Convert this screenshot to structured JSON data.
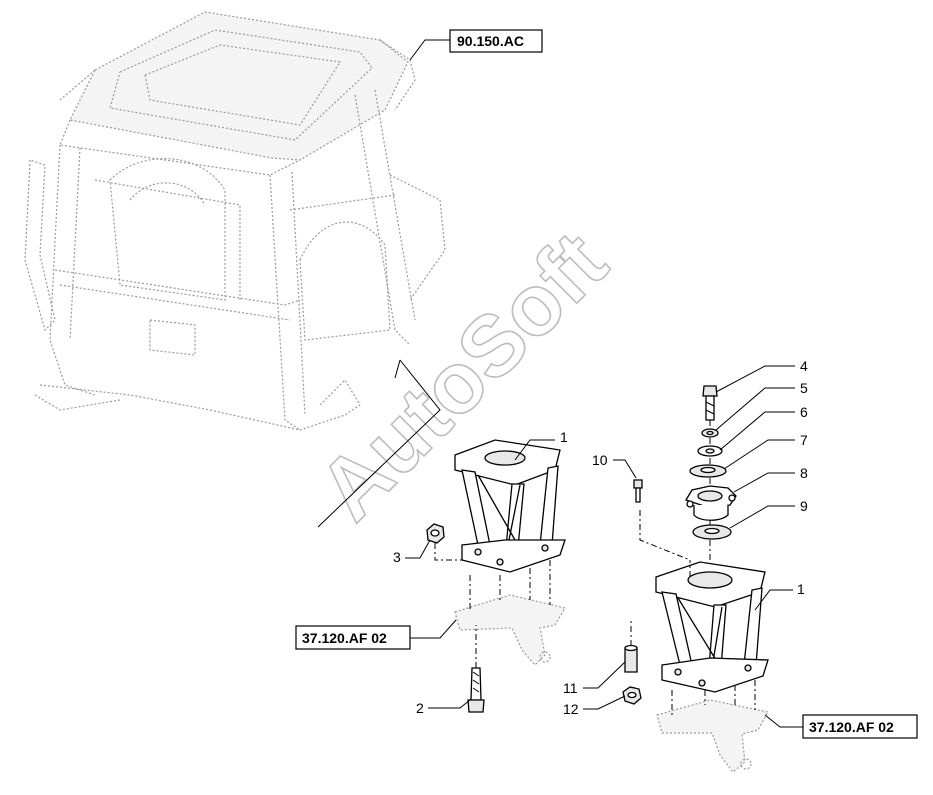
{
  "watermark": "AutoSoft",
  "references": {
    "cab_ref": "90.150.AC",
    "left_support_ref": "37.120.AF 02",
    "right_support_ref": "37.120.AF 02"
  },
  "callouts": {
    "c1_left": "1",
    "c1_right": "1",
    "c2": "2",
    "c3": "3",
    "c4": "4",
    "c5": "5",
    "c6": "6",
    "c7": "7",
    "c8": "8",
    "c9": "9",
    "c10": "10",
    "c11": "11",
    "c12": "12"
  }
}
